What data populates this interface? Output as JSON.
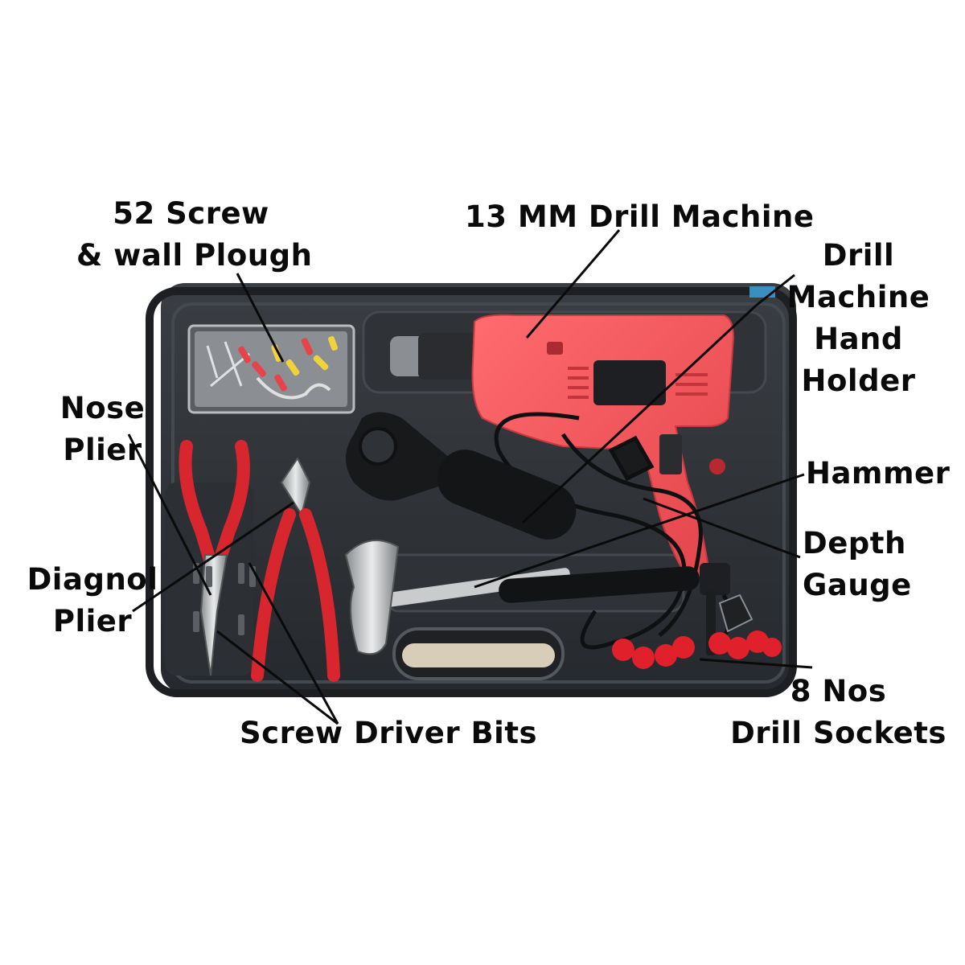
{
  "labels": {
    "screws": [
      "52 Screw",
      "& wall Plough"
    ],
    "drill": [
      "13 MM Drill Machine"
    ],
    "hand_holder": [
      "Drill",
      "Machine",
      "Hand",
      "Holder"
    ],
    "nose_plier": [
      "Nose",
      "Plier"
    ],
    "hammer": [
      "Hammer"
    ],
    "depth_gauge": [
      "Depth",
      "Gauge"
    ],
    "diagonal_plier": [
      "Diagnol",
      "Plier"
    ],
    "bits": [
      "Screw Driver Bits"
    ],
    "sockets": [
      "8 Nos",
      "Drill Sockets"
    ]
  },
  "colors": {
    "case": "#2a2d31",
    "case_inner": "#34383d",
    "drill_body": "#f2555a",
    "plier_grip": "#d8262f",
    "socket": "#e0202a",
    "leader_line": "#0a0a0a"
  }
}
